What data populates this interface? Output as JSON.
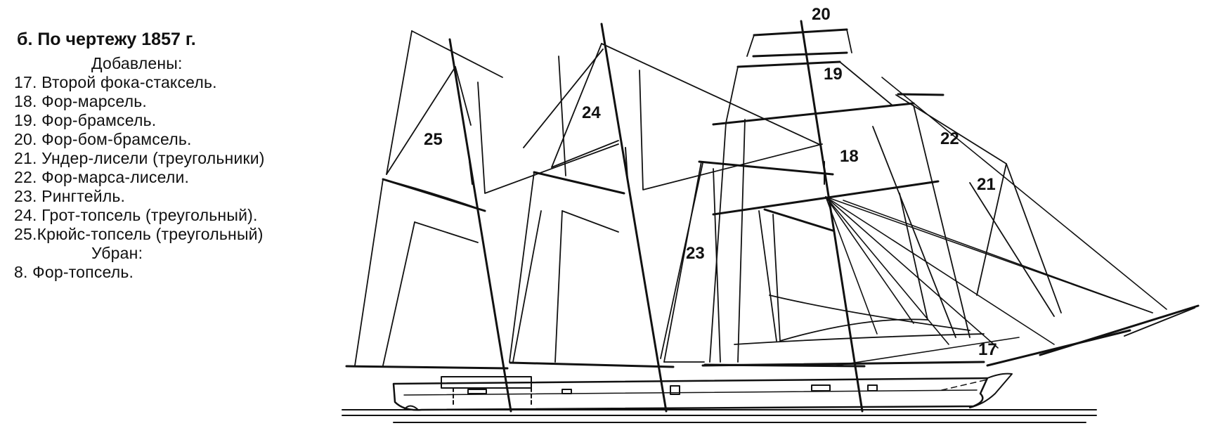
{
  "legend": {
    "title": "б. По чертежу 1857 г.",
    "added_heading": "Добавлены:",
    "added_items": [
      "17. Второй фока-стаксель.",
      "18. Фор-марсель.",
      "19. Фор-брамсель.",
      "20. Фор-бом-брамсель.",
      "21. Ундер-лисели (треугольники)",
      "22. Фор-марса-лисели.",
      "23. Рингтейль.",
      "24. Грот-топсель (треугольный).",
      "25.Крюйс-топсель (треугольный)"
    ],
    "removed_heading": "Убран:",
    "removed_items": [
      "8. Фор-топсель."
    ]
  },
  "drawing": {
    "sail_labels": {
      "n17": "17",
      "n18": "18",
      "n19": "19",
      "n20": "20",
      "n21": "21",
      "n22": "22",
      "n23": "23",
      "n24": "24",
      "n25": "25"
    }
  }
}
